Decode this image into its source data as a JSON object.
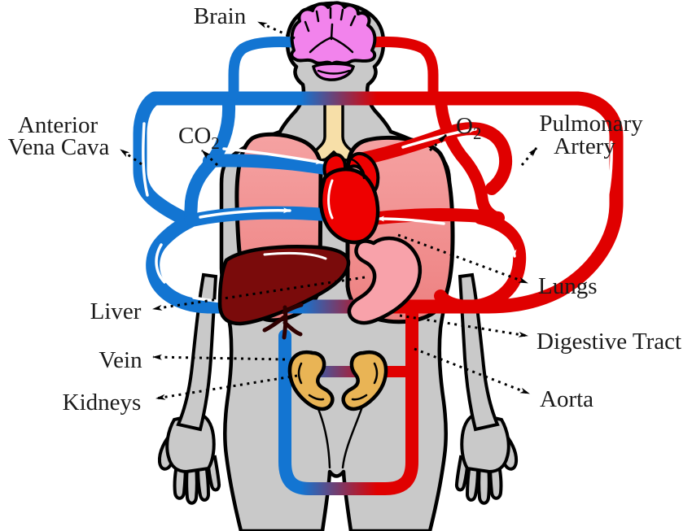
{
  "diagram": {
    "type": "human-circulatory-system-diagram",
    "labels": {
      "brain": "Brain",
      "anterior_vena_cava": {
        "line1": "Anterior",
        "line2": "Vena Cava"
      },
      "co2": {
        "base": "CO",
        "sub": "2"
      },
      "o2": {
        "base": "O",
        "sub": "2"
      },
      "pulmonary_artery": {
        "line1": "Pulmonary",
        "line2": "Artery"
      },
      "lungs": "Lungs",
      "liver": "Liver",
      "digestive_tract": "Digestive Tract",
      "vein": "Vein",
      "kidneys": "Kidneys",
      "aorta": "Aorta"
    },
    "colors": {
      "vein_blue": "#1375D2",
      "artery_red": "#E00000",
      "heart_red": "#EE0000",
      "body_gray": "#C9C9C9",
      "outline_black": "#000000",
      "brain_pink": "#F283EC",
      "lung_coral": "#F09090",
      "liver_maroon": "#7A0B0B",
      "stomach_pink": "#F8A2AA",
      "kidney_gold": "#E9B455",
      "trachea_wheat": "#F7DFA8"
    }
  }
}
